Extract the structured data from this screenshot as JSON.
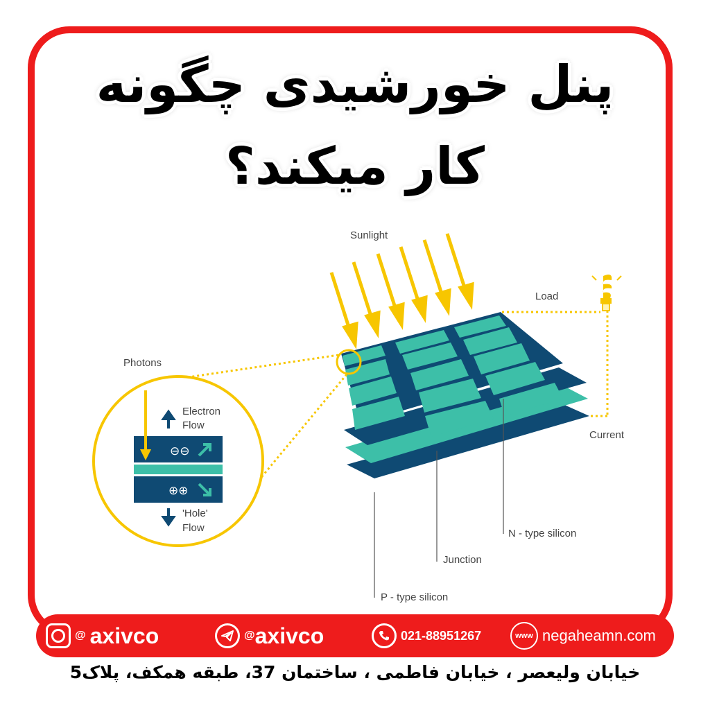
{
  "title": {
    "line1": "پنل خورشیدی چگونه",
    "line2": "کار میکند؟"
  },
  "diagram": {
    "sunlight": "Sunlight",
    "load": "Load",
    "photons": "Photons",
    "electron_flow_1": "Electron",
    "electron_flow_2": "Flow",
    "hole_flow_1": "'Hole'",
    "hole_flow_2": "Flow",
    "current": "Current",
    "n_type": "N - type silicon",
    "junction": "Junction",
    "p_type": "P - type silicon",
    "minus_charges": "⊖⊖",
    "plus_charges": "⊕⊕"
  },
  "footer": {
    "instagram_handle": "axivco",
    "telegram_handle": "axivco",
    "at_symbol": "@",
    "phone": "021-88951267",
    "website": "negaheamn.com",
    "www": "www"
  },
  "address": "خیابان ولیعصر ، خیابان فاطمی ، ساختمان 37، طبقه همکف، پلاک5",
  "colors": {
    "accent_red": "#ee1c1c",
    "teal": "#3dbfa8",
    "navy": "#0f4a73",
    "yellow": "#f7c600"
  }
}
